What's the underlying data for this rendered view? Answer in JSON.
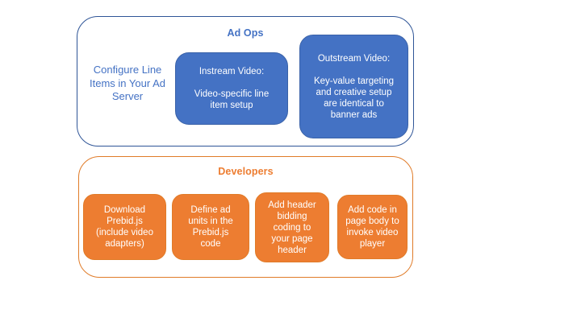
{
  "colors": {
    "blue": "#4472C4",
    "blue-line": "#2F5597",
    "blue-box-line": "#3A62A8",
    "orange": "#ED7D31",
    "orange-line": "#E07B28",
    "white": "#FFFFFF"
  },
  "ad_ops": {
    "title": "Ad Ops",
    "side_note": "Configure Line\nItems in Your Ad\nServer",
    "instream_box": "Instream Video:\n\nVideo-specific line\nitem setup",
    "outstream_box": "Outstream Video:\n\nKey-value targeting\nand creative setup\nare identical to\nbanner ads"
  },
  "developers": {
    "title": "Developers",
    "steps": [
      {
        "text": "Download\nPrebid.js\n(include video\nadapters)"
      },
      {
        "text": "Define ad\nunits in the\nPrebid.js\ncode"
      },
      {
        "text": "Add header\nbidding\ncoding to\nyour page\nheader"
      },
      {
        "text": "Add code in\npage body to\ninvoke video\nplayer"
      }
    ]
  }
}
